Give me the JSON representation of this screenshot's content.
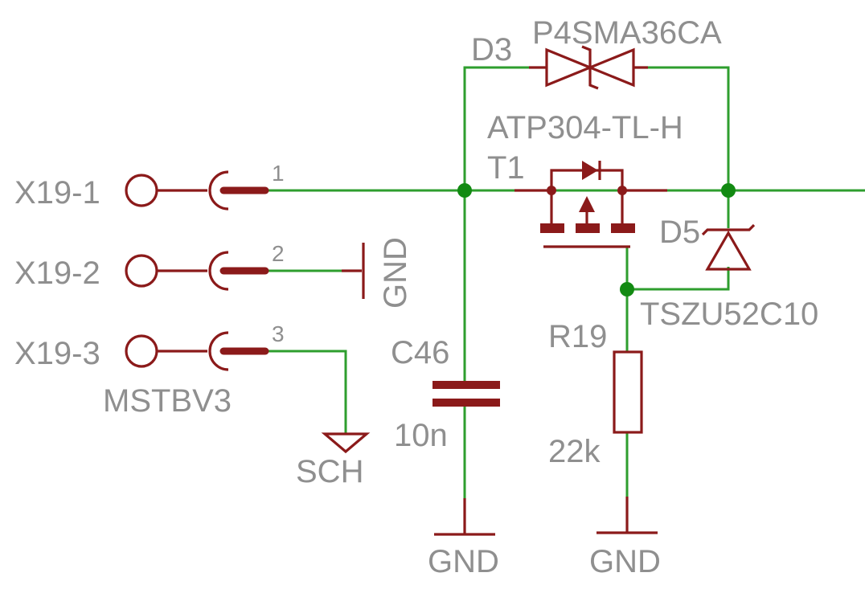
{
  "connector": {
    "pins": [
      {
        "name": "X19-1",
        "pin": "1"
      },
      {
        "name": "X19-2",
        "pin": "2"
      },
      {
        "name": "X19-3",
        "pin": "3"
      }
    ],
    "value": "MSTBV3"
  },
  "diode_d3": {
    "ref": "D3",
    "value": "P4SMA36CA"
  },
  "transistor_t1": {
    "value": "ATP304-TL-H",
    "ref": "T1"
  },
  "diode_d5": {
    "ref": "D5",
    "value": "TSZU52C10"
  },
  "capacitor_c46": {
    "ref": "C46",
    "value": "10n"
  },
  "resistor_r19": {
    "ref": "R19",
    "value": "22k"
  },
  "net_labels": {
    "gnd_pin2": "GND",
    "sch": "SCH",
    "gnd_c46": "GND",
    "gnd_r19": "GND"
  },
  "colors": {
    "wire": "#2e9e2e",
    "component": "#8b1a1a",
    "label": "#8f8f8f",
    "junction": "#128a12"
  }
}
